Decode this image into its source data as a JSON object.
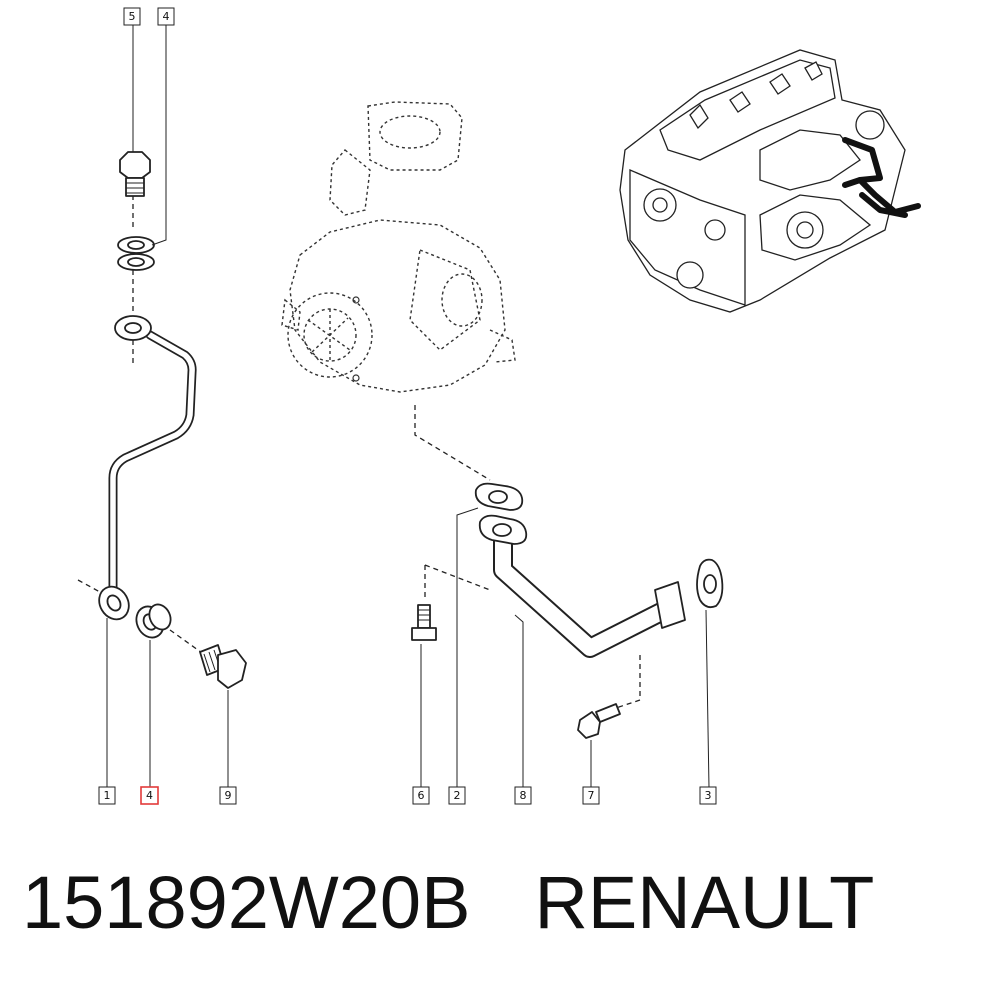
{
  "callouts": {
    "top_5": "5",
    "top_4": "4",
    "bottom_1": "1",
    "bottom_4": "4",
    "bottom_9": "9",
    "bottom_6": "6",
    "bottom_2": "2",
    "bottom_8": "8",
    "bottom_7": "7",
    "bottom_3": "3"
  },
  "highlight_color": "#e23a3a",
  "caption": {
    "part_number": "151892W20B",
    "brand": "RENAULT"
  }
}
